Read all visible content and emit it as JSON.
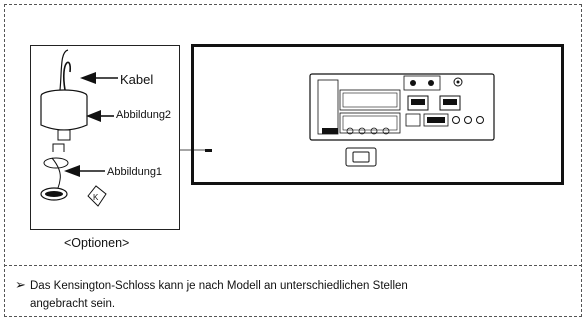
{
  "labels": {
    "kabel": "Kabel",
    "abbildung2": "Abbildung2",
    "abbildung1": "Abbildung1"
  },
  "caption": "<Optionen>",
  "note": {
    "line1": "Das Kensington-Schloss kann je nach Modell an unterschiedlichen Stellen",
    "line2": "angebracht sein."
  },
  "icons": {
    "note_icon": "arrow-pointer-icon",
    "k_logo": "kensington-logo-icon"
  },
  "colors": {
    "line": "#111111",
    "frame": "#555555"
  }
}
